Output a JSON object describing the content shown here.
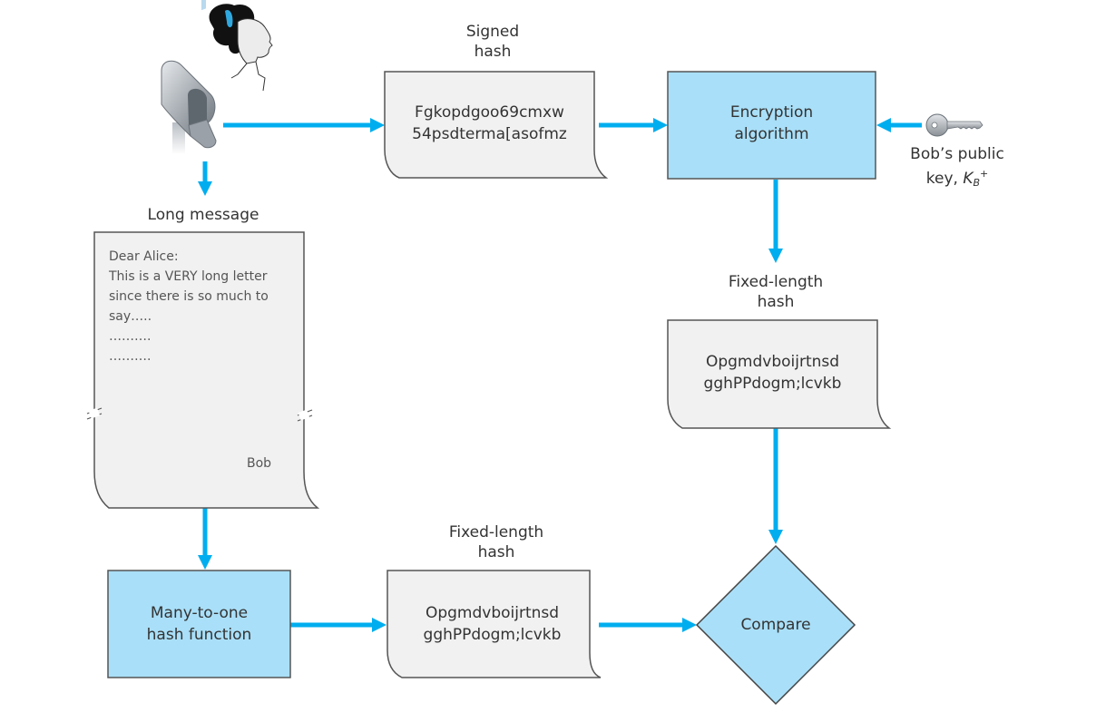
{
  "colors": {
    "arrow": "#00aeef",
    "process_fill": "#a9dff8",
    "document_fill": "#f1f1f1",
    "outline": "#555555",
    "text": "#333333"
  },
  "sender": {
    "person_icon": "alice-head-icon",
    "mailbox_icon": "mailbox-icon"
  },
  "signed_hash": {
    "title_line1": "Signed",
    "title_line2": "hash",
    "line1": "Fgkopdgoo69cmxw",
    "line2": "54psdterma[asofmz"
  },
  "encryption": {
    "line1": "Encryption",
    "line2": "algorithm"
  },
  "public_key": {
    "icon": "key-icon",
    "line1": "Bob’s public",
    "line2_prefix": "key, ",
    "symbol": "K",
    "subscript": "B",
    "superscript": "+"
  },
  "long_message": {
    "title": "Long message",
    "lines": [
      "Dear Alice:",
      "This is a VERY long letter",
      "since there is so much to",
      "say…..",
      "……….",
      "………."
    ],
    "signature": "Bob"
  },
  "decrypted_hash": {
    "title_line1": "Fixed-length",
    "title_line2": "hash",
    "line1": "Opgmdvboijrtnsd",
    "line2": "gghPPdogm;lcvkb"
  },
  "hash_function": {
    "line1": "Many-to-one",
    "line2": "hash function"
  },
  "computed_hash": {
    "title_line1": "Fixed-length",
    "title_line2": "hash",
    "line1": "Opgmdvboijrtnsd",
    "line2": "gghPPdogm;lcvkb"
  },
  "compare": {
    "label": "Compare"
  }
}
